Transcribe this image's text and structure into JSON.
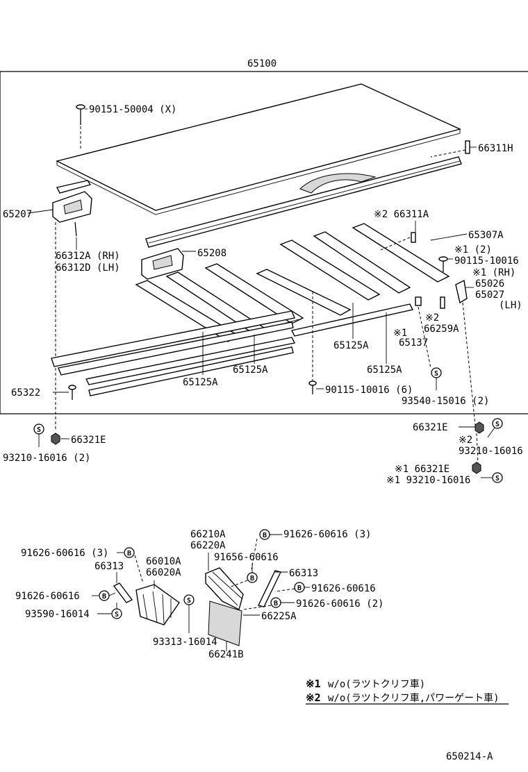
{
  "labels": {
    "assy": "65100",
    "screw_top": "90151-50004 (X)",
    "p66311H": "66311H",
    "p65207": "65207",
    "p66312A": "66312A (RH)",
    "p66312D": "66312D (LH)",
    "p65208": "65208",
    "p66311A": "※2 66311A",
    "p65307A": "65307A",
    "note1_qty": "※1         (2)",
    "p90115r": "90115-10016",
    "note1_rh": "※1 (RH)",
    "p65026": "65026",
    "p65027": "65027",
    "lh": "(LH)",
    "note2a": "※2",
    "p66259A": "66259A",
    "note1b": "※1",
    "p65137": "65137",
    "p65125A_r": "65125A",
    "p65125A_c": "65125A",
    "p65125A_rr": "65125A",
    "p65125A_l": "65125A",
    "p65322": "65322",
    "p90115b": "90115-10016 (6)",
    "p93540": "93540-15016 (2)",
    "p66321E_l": "66321E",
    "p93210_l": "93210-16016 (2)",
    "p66321E_r": "66321E",
    "note2b": "※2",
    "p93210_r": "93210-16016",
    "p66321E_n": "※1 66321E",
    "p93210_n": "※1 93210-16016",
    "p66210A": "66210A",
    "p66220A": "66220A",
    "p91626_a": "91626-60616 (3)",
    "p91626_b": "91626-60616 (3)",
    "p66010A": "66010A",
    "p66020A": "66020A",
    "p91656": "91656-60616",
    "p66313_l": "66313",
    "p66313_r": "66313",
    "p91626_c": "91626-60616",
    "p91626_d": "91626-60616",
    "p91626_e": "91626-60616 (2)",
    "p93590": "93590-16014",
    "p66225A": "66225A",
    "p93313": "93313-16014",
    "p66241B": "66241B",
    "badge_b": "B",
    "badge_s": "S"
  },
  "notes": {
    "n1_mark": "※1",
    "n1_text": "w/o(ラツトクリフ車)",
    "n2_mark": "※2",
    "n2_text": "w/o(ラツトクリフ車,パワーゲート車)"
  },
  "code": "650214-A"
}
